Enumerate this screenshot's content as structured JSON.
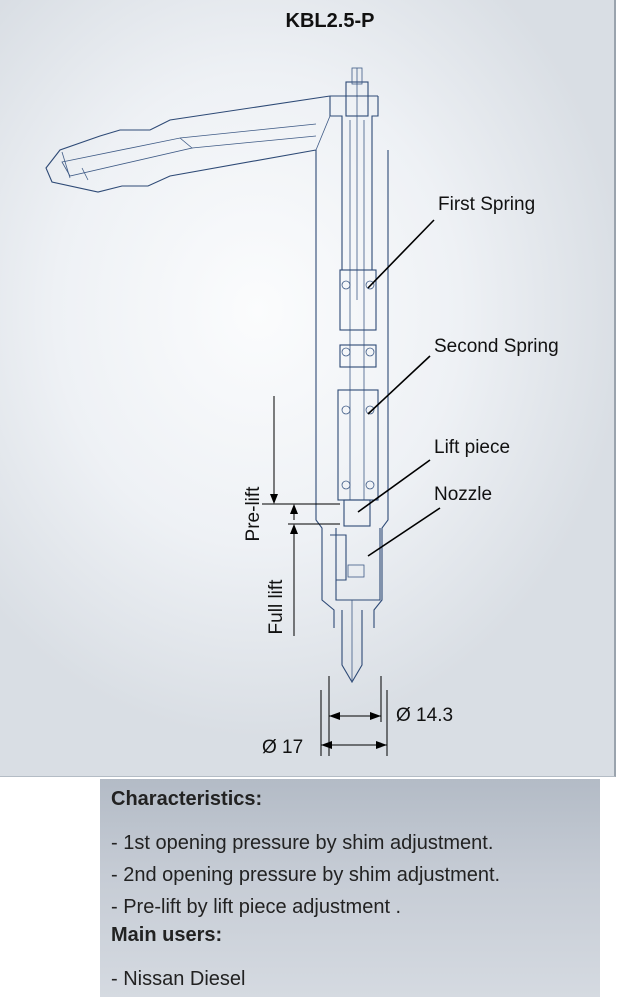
{
  "diagram": {
    "title": "KBL2.5-P",
    "labels": {
      "first_spring": "First Spring",
      "second_spring": "Second Spring",
      "lift_piece": "Lift piece",
      "nozzle": "Nozzle",
      "pre_lift": "Pre-lift",
      "full_lift": "Full lift",
      "diameter_inner": "Ø 14.3",
      "diameter_outer": "Ø 17"
    },
    "colors": {
      "line_art": "#2e4a76",
      "annotation": "#000000",
      "background": "#eef1f5"
    }
  },
  "info": {
    "characteristics_heading": "Characteristics:",
    "characteristics": [
      "- 1st opening pressure by shim adjustment.",
      "- 2nd opening pressure by shim adjustment.",
      "- Pre-lift by lift piece adjustment ."
    ],
    "main_users_heading": "Main users:",
    "main_users": [
      "- Nissan Diesel"
    ],
    "panel_color": "#c3c9d2"
  }
}
